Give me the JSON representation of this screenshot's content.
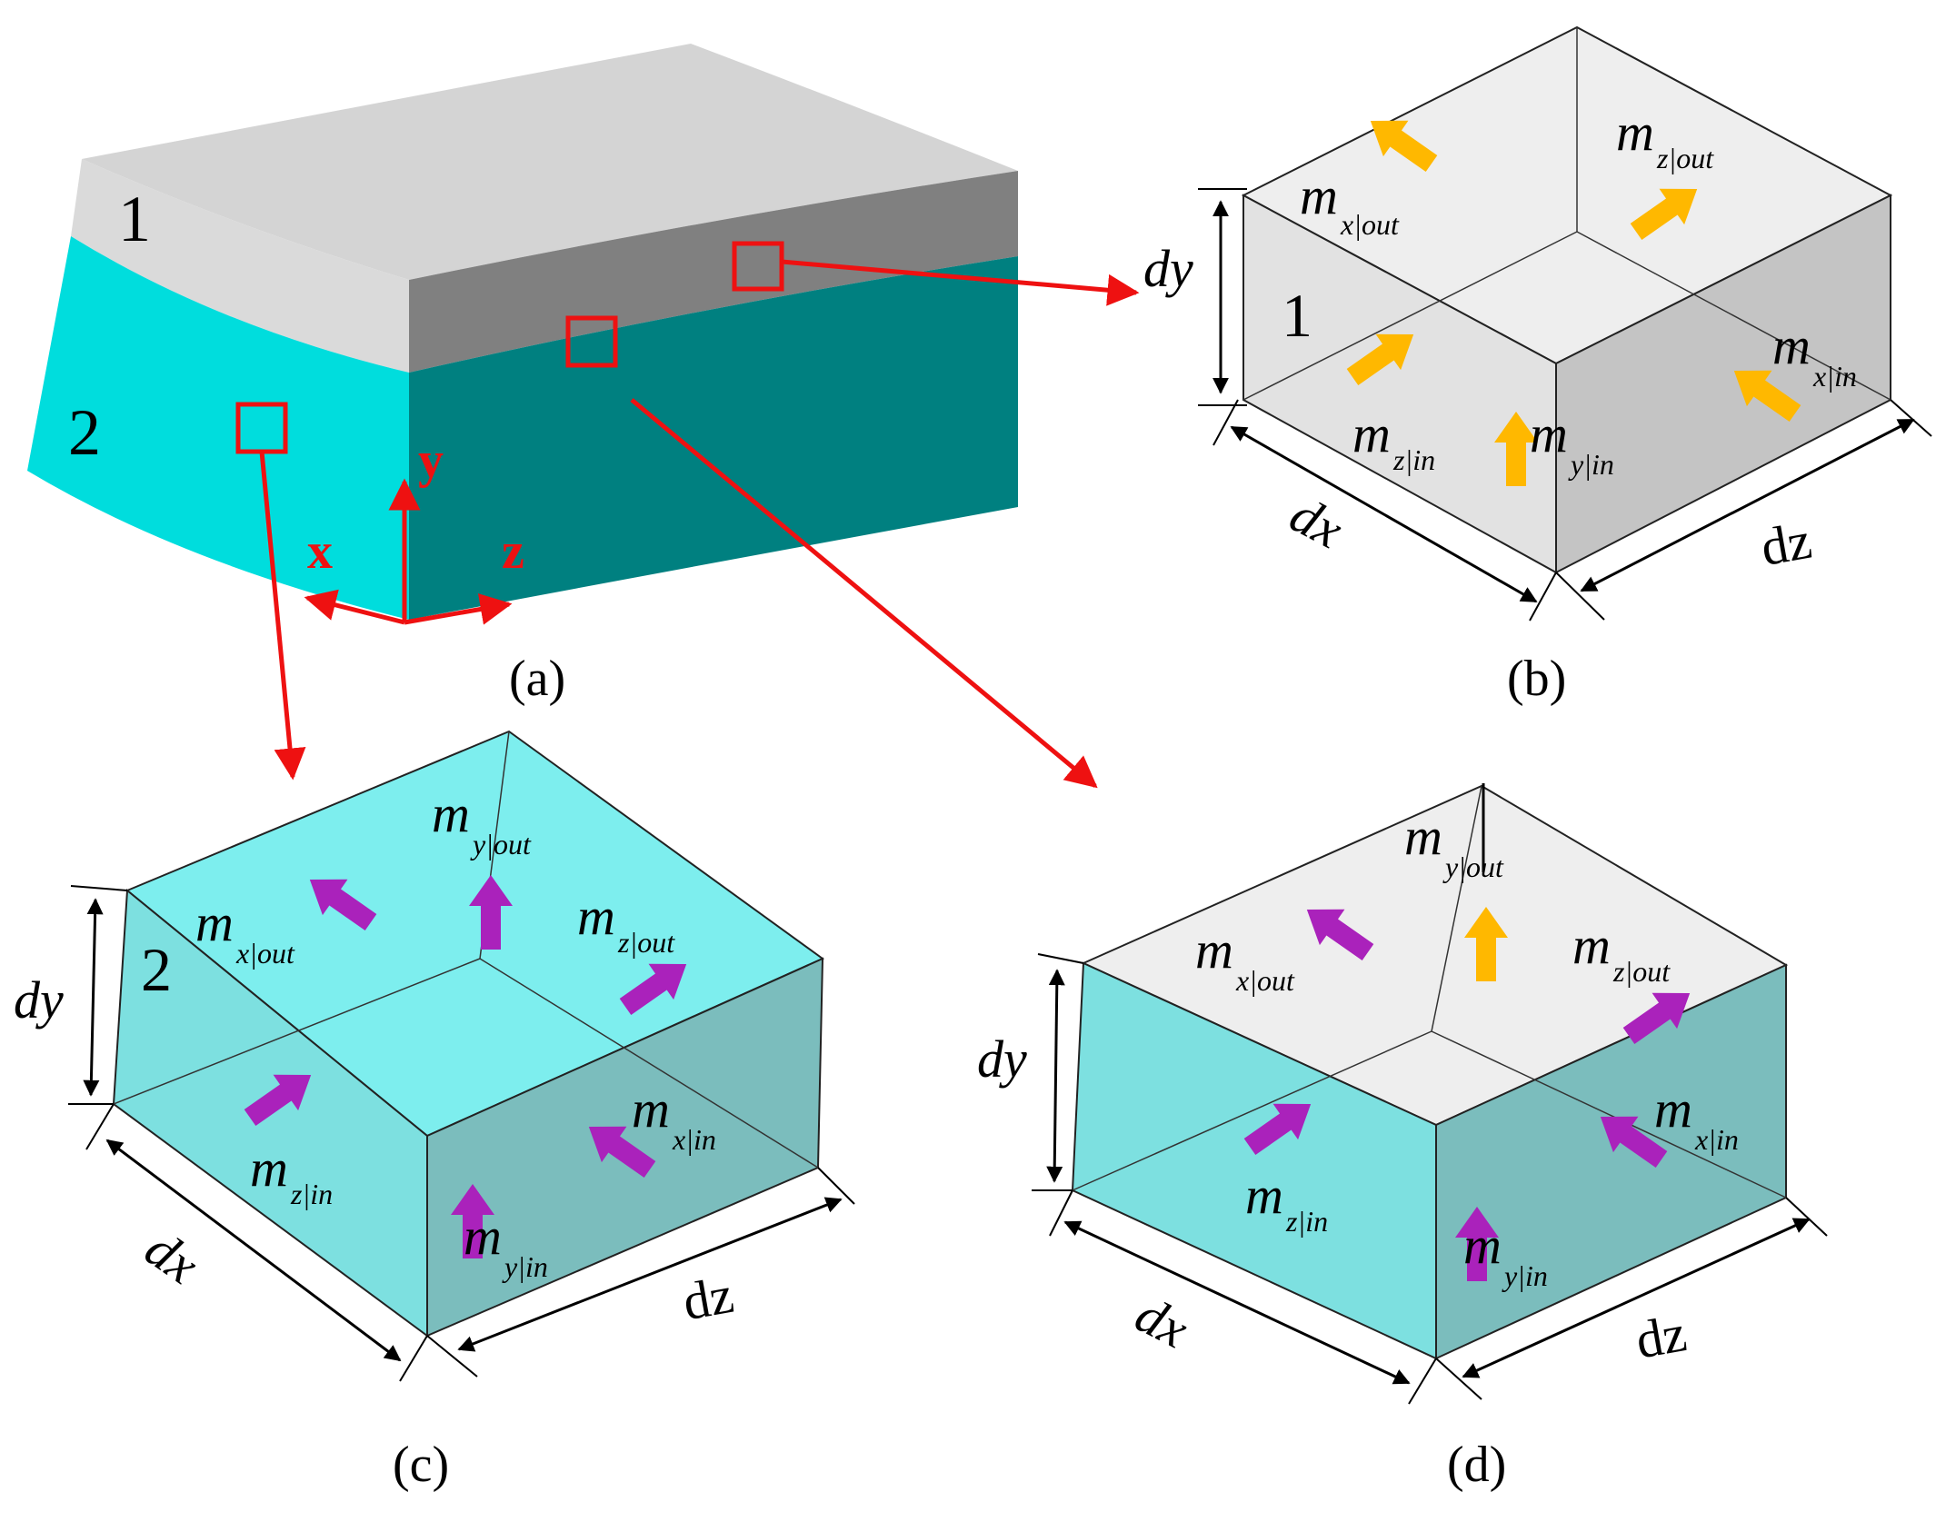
{
  "panel_a": {
    "caption": "(a)",
    "layer1_label": "1",
    "layer2_label": "2",
    "axis_x": "x",
    "axis_y": "y",
    "axis_z": "z"
  },
  "panel_b": {
    "caption": "(b)",
    "layer_label": "1",
    "dim_dx": "dx",
    "dim_dy": "dy",
    "dim_dz": "dz",
    "arrow_color": "#FFB800",
    "flux": {
      "mx_out": "x|out",
      "mz_out": "z|out",
      "mz_in": "z|in",
      "my_in": "y|in",
      "mx_in": "x|in"
    }
  },
  "panel_c": {
    "caption": "(c)",
    "layer_label": "2",
    "dim_dx": "dx",
    "dim_dy": "dy",
    "dim_dz": "dz",
    "arrow_color": "#AA22BB",
    "flux": {
      "my_out": "y|out",
      "mx_out": "x|out",
      "mz_out": "z|out",
      "mz_in": "z|in",
      "mx_in": "x|in",
      "my_in": "y|in"
    }
  },
  "panel_d": {
    "caption": "(d)",
    "dim_dx": "dx",
    "dim_dy": "dy",
    "dim_dz": "dz",
    "flux": {
      "my_out": "y|out",
      "mx_out": "x|out",
      "mz_out": "z|out",
      "mz_in": "z|in",
      "mx_in": "x|in",
      "my_in": "y|in"
    }
  },
  "colors": {
    "layer1_light": "#D4D4D4",
    "layer1_dark": "#808080",
    "layer2_light": "#00DDDD",
    "layer2_dark": "#008080",
    "cube_top_gray": "#EEEEEE",
    "cube_top_cyan": "#7DEEEE",
    "cube_front_cyan": "#7DE0E0",
    "cube_side_cyan": "#7BBDBD",
    "callout_red": "#EE1111"
  }
}
